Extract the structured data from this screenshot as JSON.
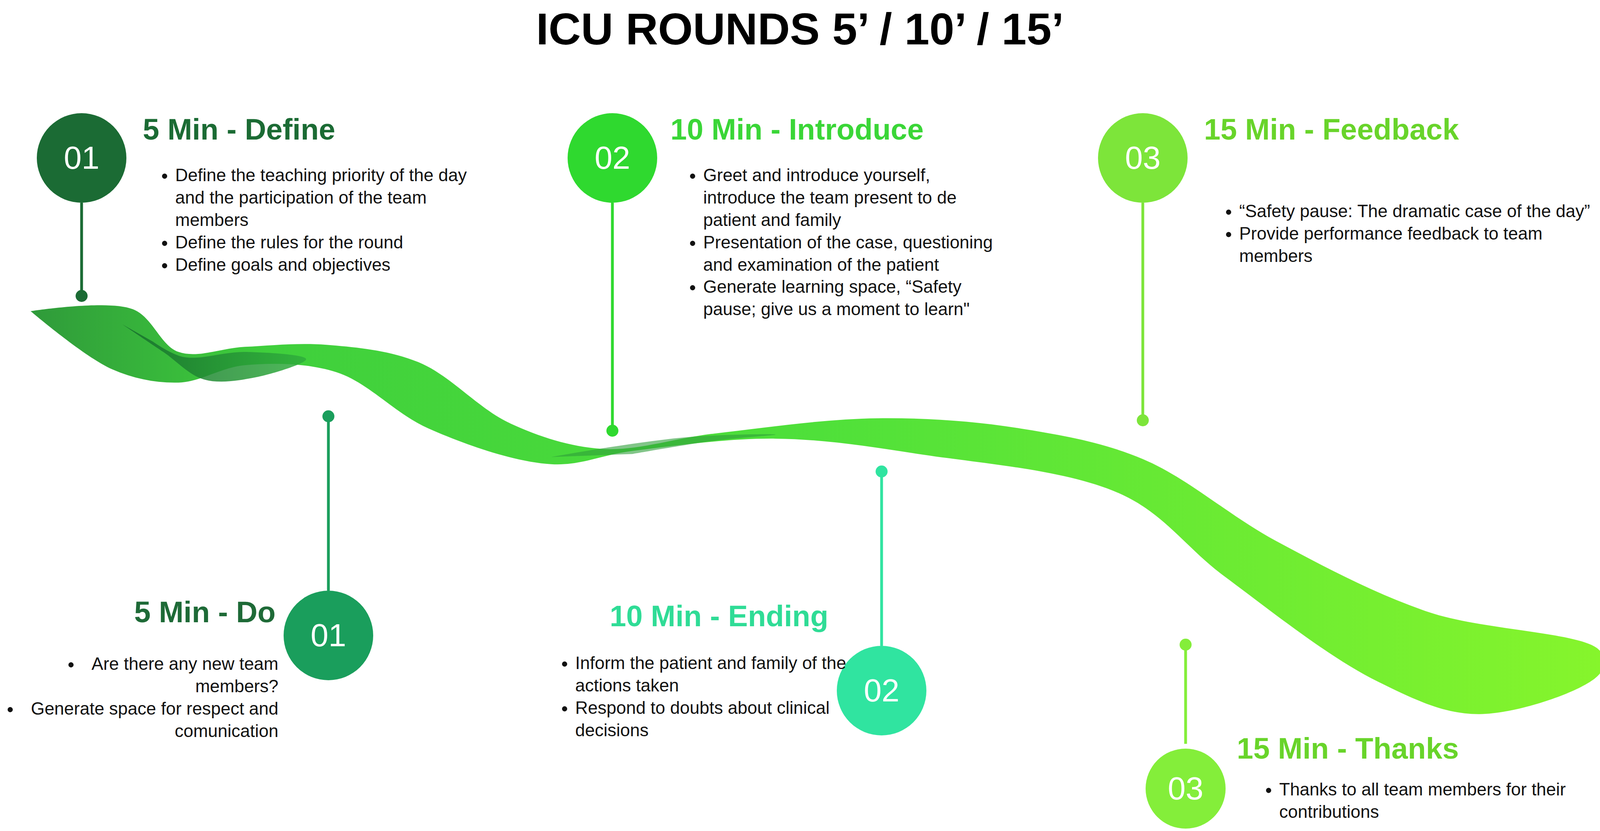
{
  "diagram": {
    "title": "ICU ROUNDS 5’ / 10’ / 15’",
    "nodes": [
      {
        "text": [
          "01",
          "5 Min - Define",
          "Define the teaching priority of the day and the participation of the team members",
          "Define the rules for the round",
          "Define goals and objectives"
        ]
      },
      {
        "text": [
          "01",
          "5 Min - Do",
          "Are there any new team members?",
          "Generate space for respect and comunication"
        ]
      },
      {
        "text": [
          "02",
          "10 Min - Introduce",
          "Greet and introduce yourself, introduce the team present to de patient and family",
          "Presentation of the case, questioning and examination of the patient",
          "Generate learning space, “Safety pause; give us a moment to learn\""
        ]
      },
      {
        "text": [
          "02",
          "10 Min - Ending",
          "Inform the patient and family of the actions taken",
          "Respond to doubts about clinical decisions"
        ]
      },
      {
        "text": [
          "03",
          "15 Min - Feedback",
          "“Safety pause: The dramatic case of the day”",
          "Provide performance feedback to team members"
        ]
      },
      {
        "text": [
          "03",
          "15 Min - Thanks",
          "Thanks to all team members for their contributions"
        ]
      }
    ]
  }
}
